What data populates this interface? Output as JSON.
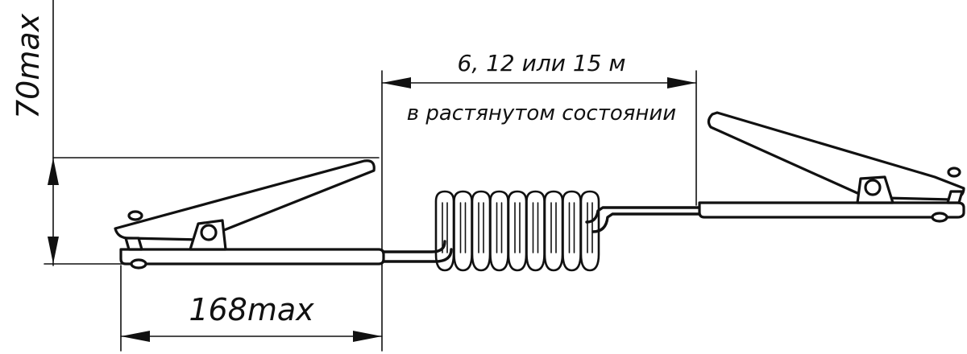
{
  "dimensions": {
    "height_label": "70max",
    "length_label": "168max",
    "cable_length_label": "6, 12 или 15 м",
    "cable_state_label": "в растянутом состоянии"
  },
  "colors": {
    "ink": "#111111",
    "background": "#ffffff"
  }
}
